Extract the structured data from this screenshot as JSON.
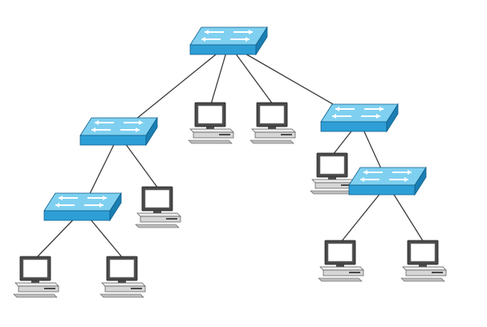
{
  "diagram": {
    "colors": {
      "switch_top": "#7fd0f0",
      "switch_front": "#2e9fd6",
      "switch_side": "#1b7fb3",
      "switch_outline": "#0d5d8a",
      "switch_arrows": "#ffffff",
      "link": "#3a3a3a",
      "pc_body": "#d6d6d6",
      "pc_dark": "#4a4a4a",
      "pc_screen": "#ffffff"
    },
    "switches": [
      {
        "id": "switch-root",
        "icon": "network-switch-icon"
      },
      {
        "id": "switch-left",
        "icon": "network-switch-icon"
      },
      {
        "id": "switch-left-lower",
        "icon": "network-switch-icon"
      },
      {
        "id": "switch-right",
        "icon": "network-switch-icon"
      },
      {
        "id": "switch-right-lower",
        "icon": "network-switch-icon"
      }
    ],
    "computers": [
      {
        "id": "pc-root-1",
        "icon": "desktop-computer-icon"
      },
      {
        "id": "pc-root-2",
        "icon": "desktop-computer-icon"
      },
      {
        "id": "pc-left-1",
        "icon": "desktop-computer-icon"
      },
      {
        "id": "pc-left-lower-1",
        "icon": "desktop-computer-icon"
      },
      {
        "id": "pc-left-lower-2",
        "icon": "desktop-computer-icon"
      },
      {
        "id": "pc-right-1",
        "icon": "desktop-computer-icon"
      },
      {
        "id": "pc-right-lower-1",
        "icon": "desktop-computer-icon"
      },
      {
        "id": "pc-right-lower-2",
        "icon": "desktop-computer-icon"
      }
    ],
    "links": [
      {
        "from": "switch-root",
        "to": "switch-left"
      },
      {
        "from": "switch-root",
        "to": "pc-root-1"
      },
      {
        "from": "switch-root",
        "to": "pc-root-2"
      },
      {
        "from": "switch-root",
        "to": "switch-right"
      },
      {
        "from": "switch-left",
        "to": "switch-left-lower"
      },
      {
        "from": "switch-left",
        "to": "pc-left-1"
      },
      {
        "from": "switch-left-lower",
        "to": "pc-left-lower-1"
      },
      {
        "from": "switch-left-lower",
        "to": "pc-left-lower-2"
      },
      {
        "from": "switch-right",
        "to": "pc-right-1"
      },
      {
        "from": "switch-right",
        "to": "switch-right-lower"
      },
      {
        "from": "switch-right-lower",
        "to": "pc-right-lower-1"
      },
      {
        "from": "switch-right-lower",
        "to": "pc-right-lower-2"
      }
    ]
  }
}
